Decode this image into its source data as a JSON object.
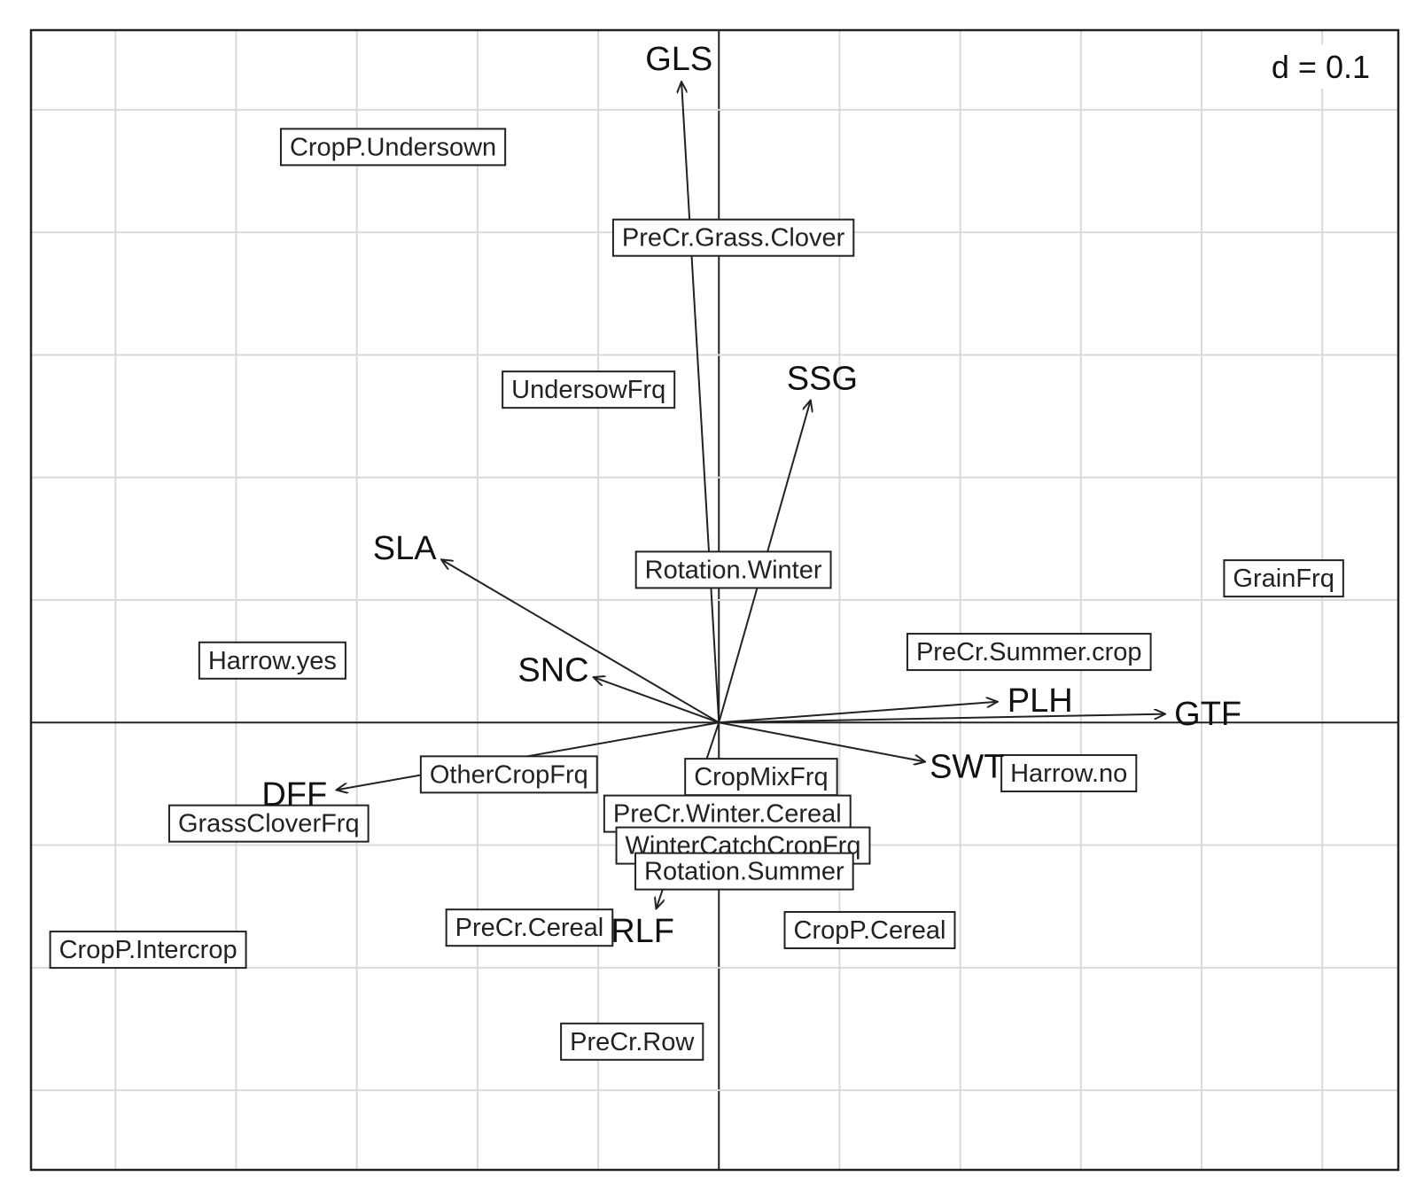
{
  "chart_data": {
    "type": "biplot",
    "grid_label": "d = 0.1",
    "grid_step": 0.1,
    "xlim": [
      -0.57,
      0.563
    ],
    "ylim": [
      -0.365,
      0.565
    ],
    "vectors": [
      {
        "name": "GLS",
        "x": -0.031,
        "y": 0.523
      },
      {
        "name": "SSG",
        "x": 0.076,
        "y": 0.263
      },
      {
        "name": "SLA",
        "x": -0.23,
        "y": 0.133
      },
      {
        "name": "SNC",
        "x": -0.104,
        "y": 0.037
      },
      {
        "name": "PLH",
        "x": 0.231,
        "y": 0.017
      },
      {
        "name": "GTF",
        "x": 0.37,
        "y": 0.007
      },
      {
        "name": "SWT",
        "x": 0.171,
        "y": -0.032
      },
      {
        "name": "DFF",
        "x": -0.317,
        "y": -0.055
      },
      {
        "name": "RLF",
        "x": -0.052,
        "y": -0.152
      }
    ],
    "labels": [
      {
        "text": "CropP.Undersown",
        "x": -0.27,
        "y": 0.47
      },
      {
        "text": "PreCr.Grass.Clover",
        "x": 0.012,
        "y": 0.396
      },
      {
        "text": "UndersowFrq",
        "x": -0.108,
        "y": 0.272
      },
      {
        "text": "Rotation.Winter",
        "x": 0.012,
        "y": 0.125
      },
      {
        "text": "GrainFrq",
        "x": 0.468,
        "y": 0.118
      },
      {
        "text": "Harrow.yes",
        "x": -0.37,
        "y": 0.051
      },
      {
        "text": "PreCr.Summer.crop",
        "x": 0.257,
        "y": 0.058
      },
      {
        "text": "OtherCropFrq",
        "x": -0.174,
        "y": -0.042
      },
      {
        "text": "CropMixFrq",
        "x": 0.035,
        "y": -0.044
      },
      {
        "text": "Harrow.no",
        "x": 0.29,
        "y": -0.041
      },
      {
        "text": "PreCr.Winter.Cereal",
        "x": 0.007,
        "y": -0.074
      },
      {
        "text": "GrassCloverFrq",
        "x": -0.373,
        "y": -0.082
      },
      {
        "text": "WinterCatchCropFrq",
        "x": 0.02,
        "y": -0.1
      },
      {
        "text": "Rotation.Summer",
        "x": 0.021,
        "y": -0.121
      },
      {
        "text": "PreCr.Cereal",
        "x": -0.157,
        "y": -0.167
      },
      {
        "text": "CropP.Cereal",
        "x": 0.125,
        "y": -0.169
      },
      {
        "text": "CropP.Intercrop",
        "x": -0.473,
        "y": -0.185
      },
      {
        "text": "PreCr.Row",
        "x": -0.072,
        "y": -0.26
      }
    ]
  }
}
